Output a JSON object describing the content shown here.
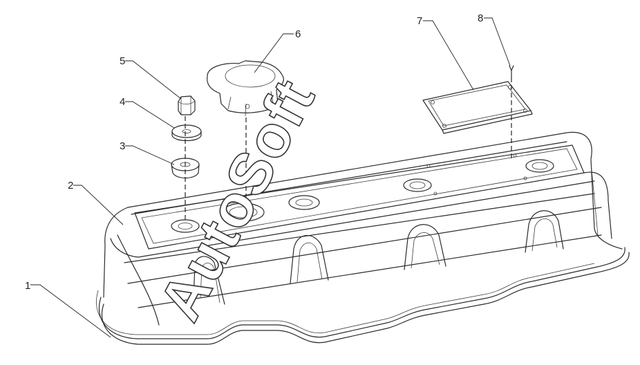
{
  "callouts": [
    {
      "id": 1,
      "label": "1"
    },
    {
      "id": 2,
      "label": "2"
    },
    {
      "id": 3,
      "label": "3"
    },
    {
      "id": 4,
      "label": "4"
    },
    {
      "id": 5,
      "label": "5"
    },
    {
      "id": 6,
      "label": "6"
    },
    {
      "id": 7,
      "label": "7"
    },
    {
      "id": 8,
      "label": "8"
    }
  ],
  "watermark": {
    "text": "AutoSoft"
  }
}
